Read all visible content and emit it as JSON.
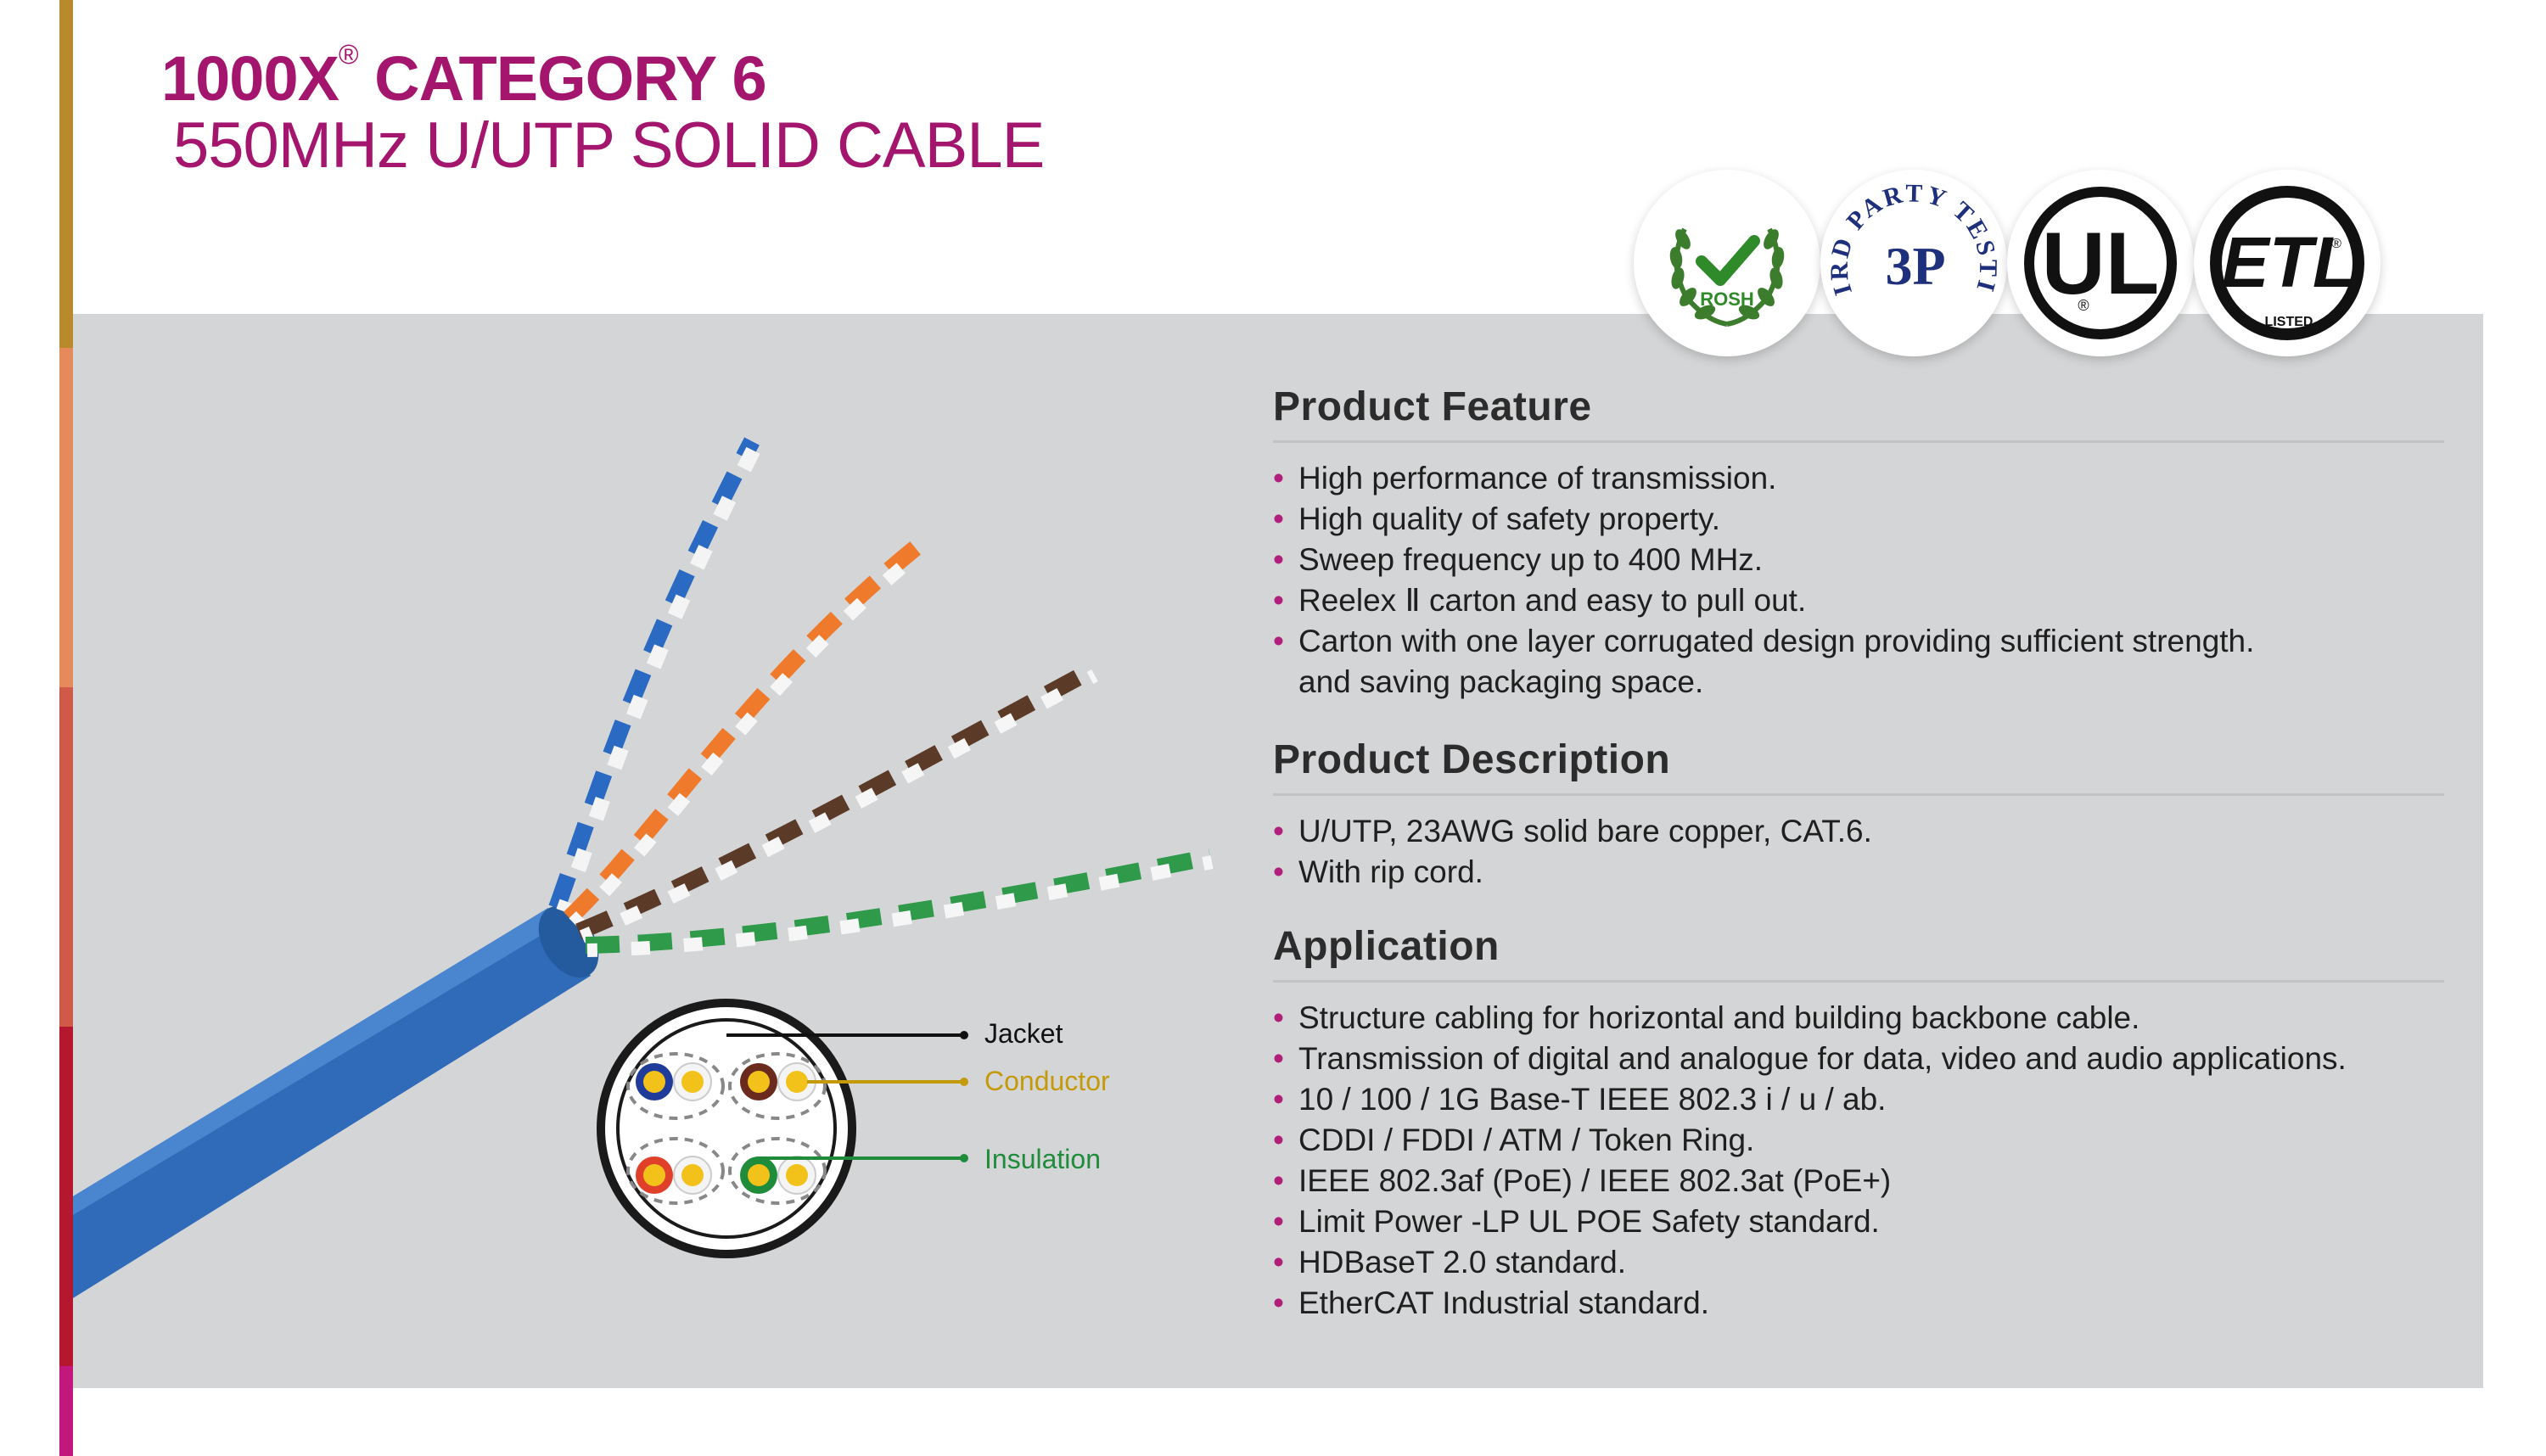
{
  "header": {
    "title_line1": "1000X",
    "registered_mark": "®",
    "title_line1_rest": "CATEGORY 6",
    "title_line2": "550MHz U/UTP SOLID CABLE"
  },
  "badges": [
    {
      "name": "rosh",
      "text": "ROSH",
      "icon": "laurel-check-icon"
    },
    {
      "name": "3p",
      "text": "3P",
      "arc_text": "THIRD PARTY TESTING",
      "icon": "third-party-testing-icon"
    },
    {
      "name": "ul",
      "text": "UL",
      "mark": "®",
      "icon": "ul-icon"
    },
    {
      "name": "etl",
      "text": "ETL",
      "sub": "LISTED",
      "mark": "®",
      "icon": "etl-listed-icon"
    }
  ],
  "diagram": {
    "labels": {
      "jacket": "Jacket",
      "conductor": "Conductor",
      "insulation": "Insulation"
    }
  },
  "sections": {
    "feature": {
      "title": "Product Feature",
      "items": [
        "High performance of transmission.",
        "High quality of safety property.",
        "Sweep frequency up to 400 MHz.",
        "Reelex  Ⅱ carton and easy to pull out.",
        "Carton with one layer corrugated design providing sufficient strength."
      ],
      "continuation": "and saving packaging space."
    },
    "description": {
      "title": "Product Description",
      "items": [
        "U/UTP, 23AWG solid bare copper, CAT.6.",
        "With rip cord."
      ]
    },
    "application": {
      "title": "Application",
      "items": [
        "Structure cabling for horizontal and building backbone cable.",
        "Transmission of digital and analogue for data, video and audio applications.",
        "10 / 100 / 1G Base-T IEEE 802.3 i / u / ab.",
        "CDDI / FDDI / ATM / Token Ring.",
        "IEEE 802.3af (PoE) / IEEE 802.3at (PoE+)",
        "Limit Power -LP UL POE Safety standard.",
        "HDBaseT 2.0 standard.",
        "EtherCAT Industrial standard."
      ]
    }
  },
  "colors": {
    "brand": "#a4166e",
    "bullet": "#b0207a",
    "panel": "#d4d5d6",
    "cable_blue": "#2f6bb8",
    "conductor_label": "#c49a0a",
    "insulation_label": "#1e8c3a"
  }
}
